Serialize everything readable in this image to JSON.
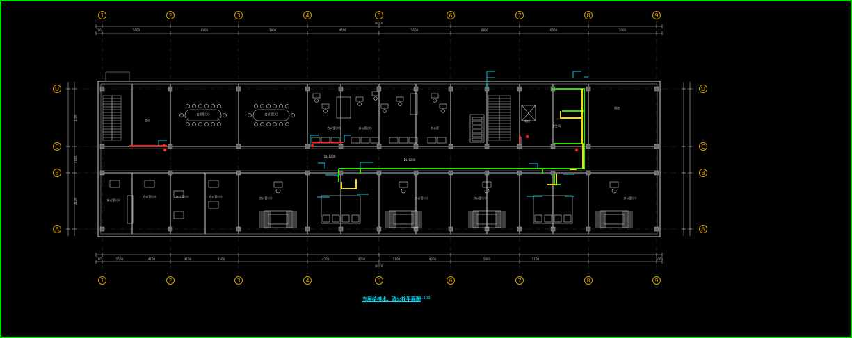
{
  "drawing": {
    "title": "五层给排水、消火栓平面图",
    "scale": "1:100",
    "column_axes": [
      "1",
      "2",
      "3",
      "4",
      "5",
      "6",
      "7",
      "8",
      "9"
    ],
    "row_axes": [
      "D",
      "C",
      "B",
      "A"
    ],
    "top_dims": [
      "700",
      "5600",
      "6900",
      "3900",
      "4500",
      "5600",
      "6800",
      "6900",
      "2000"
    ],
    "bottom_dims": [
      "700",
      "5500",
      "4100",
      "4100",
      "4500",
      "4200",
      "4200",
      "5100",
      "4200",
      "5400",
      "5100",
      "2000"
    ],
    "total_dim": "46100",
    "left_dims": [
      "4700",
      "2100",
      "2100"
    ],
    "rooms": {
      "wc_left": "会议",
      "meeting1": "会议室(大)",
      "meeting2": "会议室(大)",
      "office_d1": "办公室(大)",
      "office_d2": "办公室(大)",
      "office_d3": "办公室",
      "stair_right": "电梯",
      "toilet": "卫生间",
      "store": "机房",
      "office_a1": "办公室(小)",
      "office_a2": "办公室(小)",
      "office_a3": "办公室(小)",
      "office_a4": "办公室(小)",
      "office_a5": "办公室(小)",
      "office_a6": "办公室(小)",
      "office_a7": "办公室(小)",
      "office_a8": "办公室(小)"
    },
    "elevations": [
      "DL-1200",
      "DL-1200"
    ],
    "colors": {
      "background": "#000000",
      "frame": "#00e000",
      "axis": "#d4a000",
      "wall": "#bdbdbd",
      "supply_pipe": "#34e000",
      "drain_pipe": "#f0e000",
      "fire_pipe": "#ff2020",
      "label_line": "#00d8f0",
      "title": "#00e0ff"
    }
  }
}
